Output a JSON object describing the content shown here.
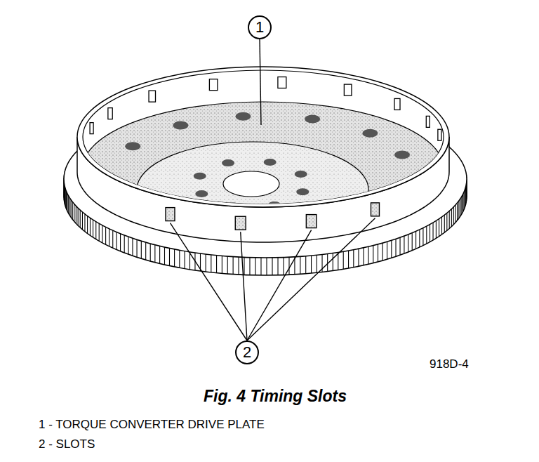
{
  "diagram": {
    "caption": "Fig. 4 Timing Slots",
    "nodes": [
      {
        "text": [
          "1"
        ]
      },
      {
        "text": [
          "2"
        ]
      }
    ],
    "labels": [
      "918D-4",
      "1 - TORQUE CONVERTER DRIVE PLATE",
      "2 - SLOTS"
    ]
  }
}
